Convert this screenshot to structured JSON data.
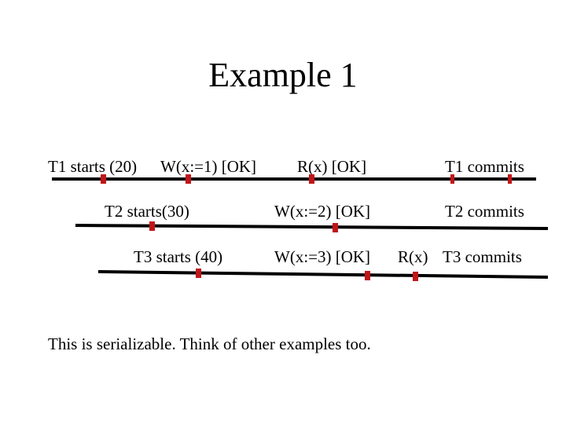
{
  "title": "Example 1",
  "colors": {
    "line": "#000000",
    "marker": "#c0161a"
  },
  "rows": [
    {
      "labels": {
        "start": "T1 starts (20)",
        "op1": "W(x:=1) [OK]",
        "op2": "R(x) [OK]",
        "end": "T1 commits"
      }
    },
    {
      "labels": {
        "start": "T2 starts(30)",
        "op1": "W(x:=2) [OK]",
        "end": "T2 commits"
      }
    },
    {
      "labels": {
        "start": "T3 starts (40)",
        "op1": "W(x:=3) [OK]",
        "op2": "R(x)",
        "end": "T3 commits"
      }
    }
  ],
  "caption": "This is serializable. Think of other examples too."
}
